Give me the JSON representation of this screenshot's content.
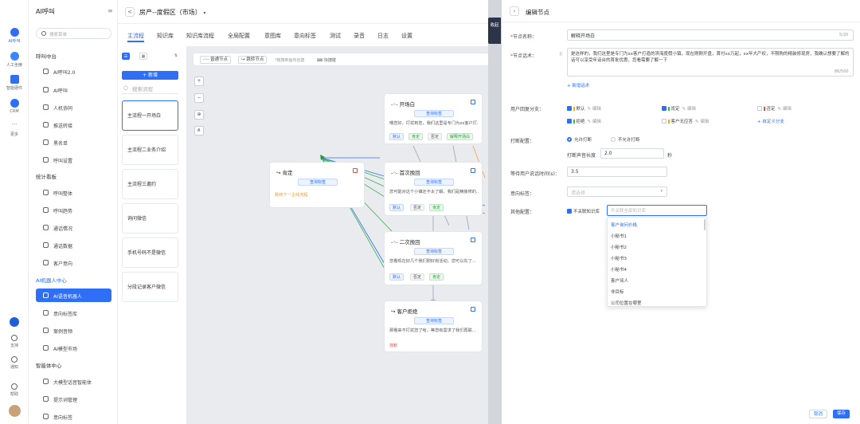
{
  "rail": {
    "items": [
      {
        "label": "AI呼叫"
      },
      {
        "label": "人工坐席"
      },
      {
        "label": "智能硬件"
      },
      {
        "label": "CRM"
      },
      {
        "label": "更多"
      }
    ],
    "bottom": [
      {
        "label": "支持"
      },
      {
        "label": "通知"
      },
      {
        "label": "帮助"
      }
    ]
  },
  "sidebar": {
    "title": "AI呼叫",
    "search_placeholder": "搜索菜单",
    "sections": [
      {
        "title": "呼叫中台",
        "items": [
          "AI呼叫2.0",
          "AI呼叫",
          "人机协同",
          "推送转接",
          "黑名单",
          "呼叫设置"
        ]
      },
      {
        "title": "统计看板",
        "items": [
          "呼叫整体",
          "呼叫趋势",
          "通话情况",
          "通话数据",
          "客户意向"
        ]
      },
      {
        "title": "AI机器人中心",
        "items": [
          "AI语音机器人",
          "意向标签库",
          "案例音频",
          "AI模型市场"
        ]
      },
      {
        "title": "智能体中心",
        "items": [
          "大模型话音智能体",
          "提示词管理",
          "意向标签"
        ]
      }
    ]
  },
  "topbar": {
    "back": "<",
    "title": "房产--度假区（市场）"
  },
  "tabs": [
    "主流程",
    "知识库",
    "知识库流程",
    "全局配置",
    "意图库",
    "意向标签",
    "测试",
    "录音",
    "日志",
    "设置"
  ],
  "flow_list": {
    "new_label": "+ 新增",
    "search_placeholder": "搜索流程",
    "items": [
      "主流程一开场白",
      "主流程二业务介绍",
      "主流程三邀约",
      "询问微信",
      "手机号码不是微信",
      "分段记录客户微信"
    ]
  },
  "canvas_toolbar": {
    "normal_node": "普通节点",
    "jump_node": "跳转节点",
    "hint": "*拖拽到画布创建",
    "shortcut": "快捷键"
  },
  "nodes": {
    "start": {
      "title": "开场白",
      "tag": "查询标签",
      "text": "喂您好，打扰到您，我们这里是专门为xx客户打...",
      "chips": [
        "默认",
        "肯定",
        "否定",
        "解释开场白"
      ]
    },
    "affirm": {
      "title": "肯定",
      "tag": "查询标签",
      "note": "跳转下一主线流程"
    },
    "rebut1": {
      "title": "首次挽回",
      "tag": "查询标签",
      "text": "您可能对这个小镇还不太了解，我们是精装修的...",
      "chips": [
        "默认",
        "否定",
        "肯定"
      ]
    },
    "rebut2": {
      "title": "二次挽回",
      "tag": "查询标签",
      "text": "您看现在好几个我们刚好有活动，您可以先了...",
      "chips": [
        "默认",
        "否定",
        "肯定"
      ]
    },
    "reject": {
      "title": "客户拒绝",
      "tag": "查询标签",
      "text": "那看来不打扰您了哈，等您有需求了我们再联...",
      "note": "挂断"
    }
  },
  "collapse_label": "收起",
  "panel": {
    "title": "编辑节点",
    "name_label": "节点名称：",
    "name_value": "解释开场白",
    "name_count": "5/20",
    "script_label": "节点话术：",
    "script_value": "是这样的，我们这里是专门为xx客户打造的滨海度假小镇，现在刚刚开盘，首付xx万起，xx年大产权，不限购的精装修现房，我确认想要了解的话可以享受年话台的首批优惠，您看需要了解一下",
    "script_count": "86/500",
    "add_script": "+ 新增话术",
    "branch_label": "用户回复分支：",
    "branches": [
      {
        "name": "默认",
        "checked": true,
        "color": "#f5a623"
      },
      {
        "name": "肯定",
        "checked": true,
        "color": "#3cb44b"
      },
      {
        "name": "否定",
        "checked": false,
        "color": "#e34b4b"
      },
      {
        "name": "拒绝",
        "checked": true,
        "color": "#3cb44b"
      },
      {
        "name": "客户无应答",
        "checked": false,
        "color": "#f5a623"
      }
    ],
    "edit_label": "编辑",
    "custom_branch": "+ 自定义分支",
    "interrupt_label": "打断配置：",
    "allow_interrupt": "允许打断",
    "disallow_interrupt": "不允许打断",
    "interrupt_len_label": "打断声音长度",
    "interrupt_len_value": "2.0",
    "interrupt_unit": "秒",
    "wait_label": "等待用户说话时间(s)：",
    "wait_value": "3.5",
    "intent_label": "意向标签：",
    "intent_placeholder": "请选择",
    "other_label": "其他配置：",
    "kb_label": "不关联知识库",
    "kb_placeholder": "不关联全部知识库",
    "kb_options": [
      "客户询问价格",
      "小秘书1",
      "小秘书2",
      "小秘书3",
      "小秘书4",
      "客户骂人",
      "非目标",
      "公司位置在哪里"
    ],
    "cancel": "取消",
    "save": "保存"
  },
  "colors": {
    "primary": "#2f6ff6",
    "danger": "#e34b4b",
    "success": "#3cb44b"
  }
}
